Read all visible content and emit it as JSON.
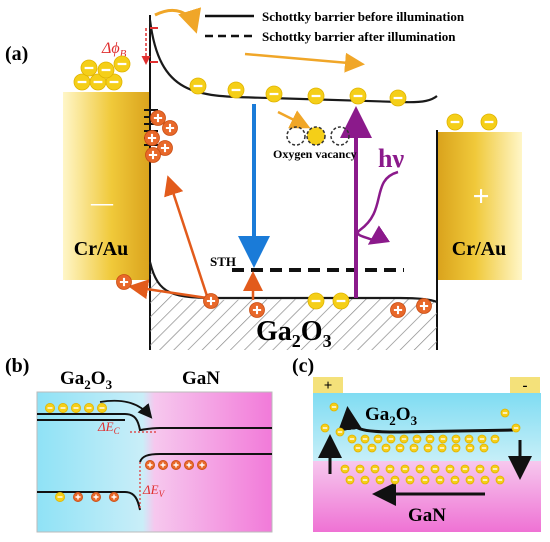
{
  "legend": {
    "solid": "Schottky barrier before  illumination",
    "dashed": "Schottky barrier after  illumination"
  },
  "panel_a": {
    "label": "(a)",
    "delta_phi": "Δϕ",
    "delta_phi_sub": "B",
    "oxygen": "Oxygen vacancy",
    "hv": "hν",
    "sth": "STH",
    "left_contact": "Cr/Au",
    "right_contact": "Cr/Au",
    "left_sign": "—",
    "right_sign": "+",
    "material": "Ga",
    "material_sub1": "2",
    "material_mid": "O",
    "material_sub2": "3"
  },
  "panel_b": {
    "label": "(b)",
    "left_mat": "Ga",
    "left_sub1": "2",
    "left_mid": "O",
    "left_sub2": "3",
    "right_mat": "GaN",
    "dec": "ΔE",
    "dec_sub": "C",
    "dev": "ΔE",
    "dev_sub": "V"
  },
  "panel_c": {
    "label": "(c)",
    "plus": "+",
    "minus": "-",
    "top_mat": "Ga",
    "top_sub1": "2",
    "top_mid": "O",
    "top_sub2": "3",
    "bottom_mat": "GaN"
  },
  "colors": {
    "gold": "#f1c40f",
    "electron": "#f5cf18",
    "hole": "#e8682a",
    "blue_arrow": "#1a7bd8",
    "purple": "#8b1a8b",
    "orange_arrow": "#f08a2c",
    "red_arrow": "#e25b1c",
    "cyan": "#6ed3ec",
    "pink": "#f07ad8"
  }
}
